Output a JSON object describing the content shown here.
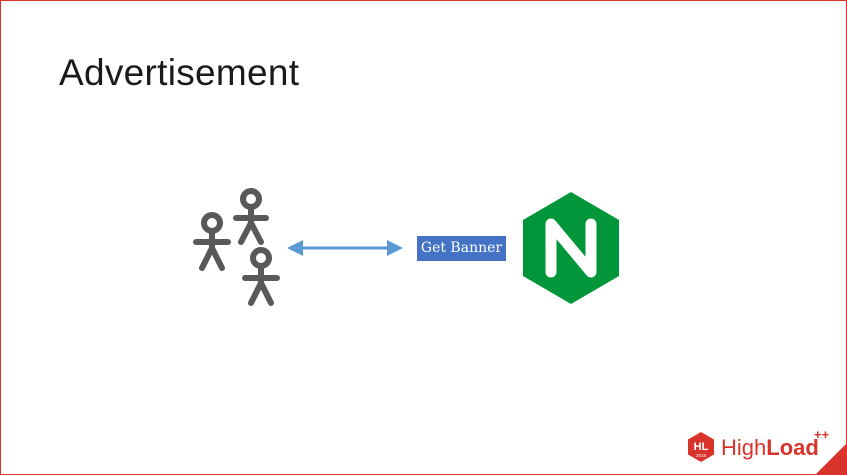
{
  "slide": {
    "title": "Advertisement"
  },
  "diagram": {
    "clients_icon": "people-icon",
    "connector": "bidirectional-arrow-icon",
    "request_label": "Get Banner",
    "server_icon": "nginx-logo-icon"
  },
  "branding": {
    "badge_text": "HL",
    "badge_year": "2016",
    "wordmark_light": "High",
    "wordmark_bold": "Load",
    "wordmark_super": "++"
  },
  "colors": {
    "accent": "#d9342b",
    "arrow": "#5b9bd5",
    "label_bg": "#4472c4",
    "people": "#595959",
    "nginx": "#009639"
  }
}
